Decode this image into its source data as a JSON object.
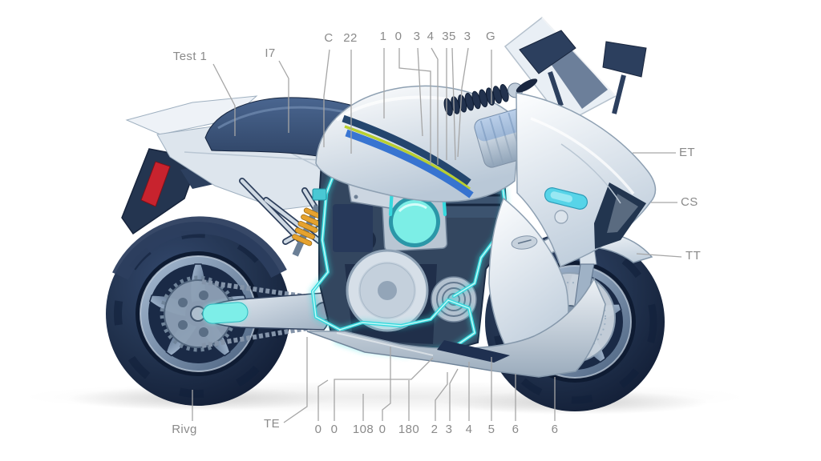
{
  "document": {
    "background": "#ffffff",
    "subject": "Sport motorcycle technical cutaway illustration with numbered callout labels and leader lines"
  },
  "callouts": {
    "top": [
      "Test 1",
      "I7",
      "C",
      "22",
      "1",
      "0",
      "3",
      "4",
      "35",
      "3",
      "G"
    ],
    "right": [
      "ET",
      "CS",
      "TT"
    ],
    "bottom": [
      "Rivg",
      "TE",
      "0",
      "0",
      "108",
      "0",
      "180",
      "2",
      "3",
      "4",
      "5",
      "6",
      "6"
    ]
  },
  "colors": {
    "label_text": "#8a8a8a",
    "leader_line": "#a6a6a6",
    "accent_cyan": "#36d9de",
    "highlight_cyan_fill": "#7ceee6",
    "body_silver": "#dfe7ee",
    "dark_navy": "#22334f",
    "tire_navy": "#16233c",
    "stripe_navy": "#24466e",
    "stripe_yellow": "#b9cf2f",
    "stripe_blue": "#2f6fd0",
    "taillight_red": "#c8232e",
    "shock_spring_orange": "#e6a22e"
  }
}
